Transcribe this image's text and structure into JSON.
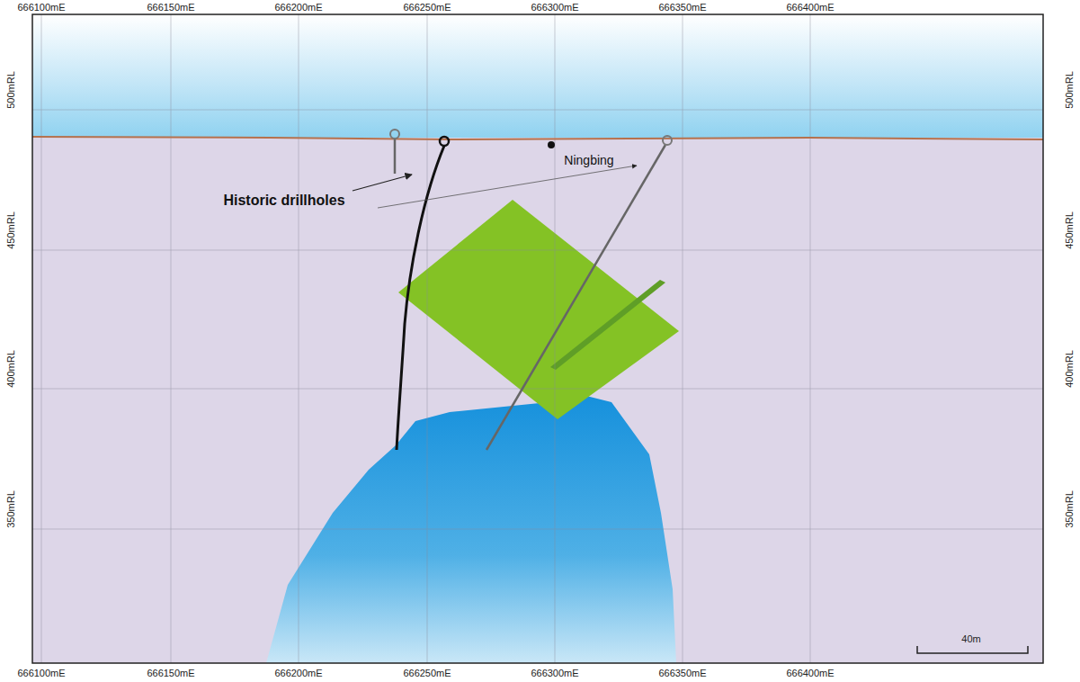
{
  "diagram": {
    "labels": [
      "666100mE",
      "666150mE",
      "666200mE",
      "666250mE",
      "666300mE",
      "666350mE",
      "666400mE",
      "666100mE",
      "666150mE",
      "666200mE",
      "666250mE",
      "666300mE",
      "666350mE",
      "666400mE",
      "500mRL",
      "450mRL",
      "400mRL",
      "350mRL",
      "500mRL",
      "450mRL",
      "400mRL",
      "350mRL",
      "Historic drillholes",
      "Ningbing",
      "40m"
    ]
  }
}
